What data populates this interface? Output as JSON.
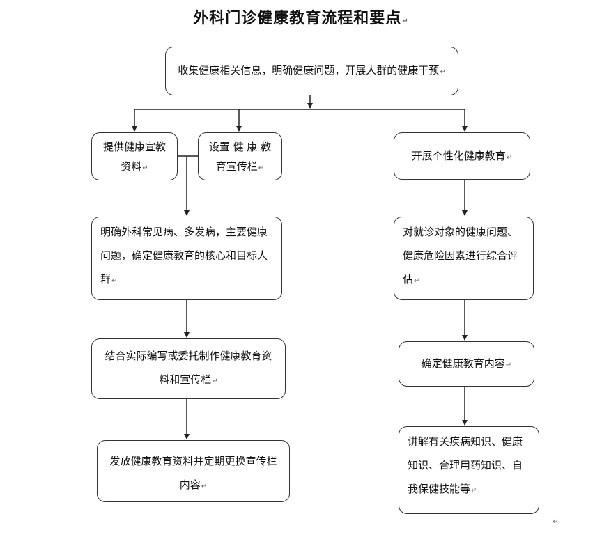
{
  "title": "外科门诊健康教育流程和要点",
  "return_mark": "↵",
  "nodes": {
    "top": "收集健康相关信息，明确健康问题，开展人群的健康干预",
    "materials": "提供健康宣教资料",
    "board": "设置 健 康 教 育宣传栏",
    "clarify": "明确外科常见病、多发病，主要健康问题，确定健康教育的核心和目标人群",
    "compile": "结合实际编写或委托制作健康教育资料和宣传栏",
    "distribute": "发放健康教育资料并定期更换宣传栏内容",
    "personal": "开展个性化健康教育",
    "assess": "对就诊对象的健康问题、健康危险因素进行综合评估",
    "determine": "确定健康教育内容",
    "lecture": "讲解有关疾病知识、健康知识、合理用药知识、自我保健技能等"
  }
}
